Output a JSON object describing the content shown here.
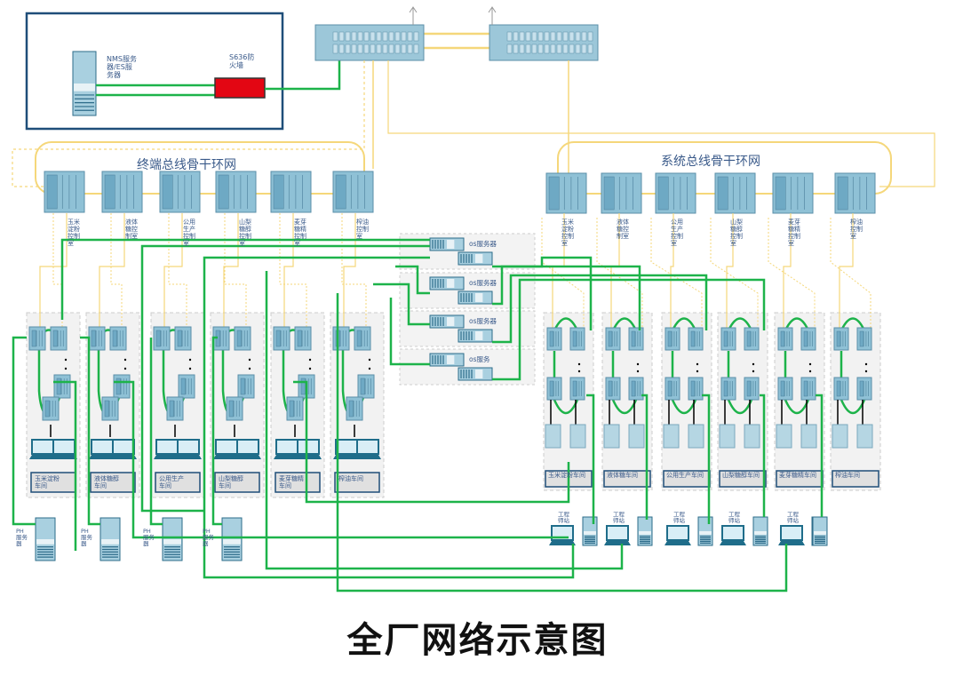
{
  "title": "全厂网络示意图",
  "nms": {
    "server_label": "NMS服务器/ES服务器",
    "firewall_label": "S636防火墙"
  },
  "rings": {
    "left_title": "终端总线骨干环网",
    "right_title": "系统总线骨干环网"
  },
  "control_rooms": [
    "玉米淀粉控制室",
    "液体糖控制室",
    "公用生产控制室",
    "山梨糖醇控制室",
    "麦芽糖精控制室",
    "榨油控制室"
  ],
  "left_workshops": [
    "玉米淀粉车间",
    "液体糖醇车间",
    "公用生产车间",
    "山梨糖醇车间",
    "麦芽糖精车间",
    "榨油车间"
  ],
  "right_workshops": [
    "玉米淀粉车间",
    "液体糖车间",
    "公用生产车间",
    "山梨糖醇车间",
    "麦芽糖精车间",
    "榨油车间"
  ],
  "os_servers": [
    "os服务器",
    "os服务器",
    "os服务器",
    "os服务"
  ],
  "ph_server_label": "PH服务器",
  "eng_station_label": "工程师站",
  "colors": {
    "green_link": "#1db34a",
    "yellow_link": "#f5d77a",
    "device": "#8fc1d6",
    "firewall": "#e30613",
    "frame": "#1f4e79"
  }
}
